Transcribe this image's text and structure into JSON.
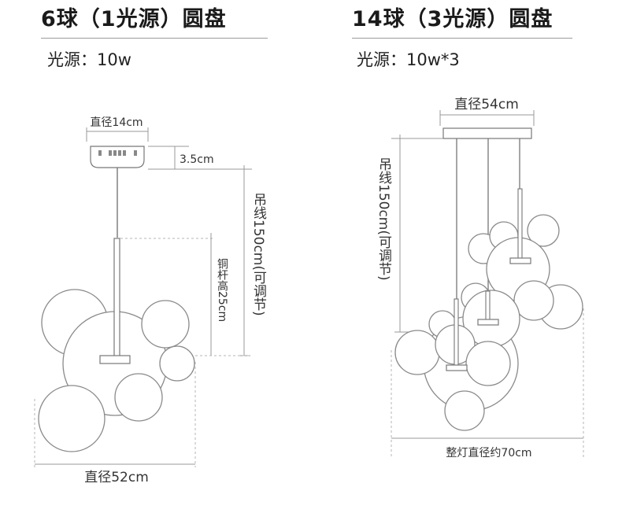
{
  "left": {
    "title": "6球（1光源）圆盘",
    "light_source": "光源：10w",
    "dim_canopy": "直径14cm",
    "dim_canopy_height": "3.5cm",
    "dim_cable": "吊线150cm(可调节)",
    "dim_rod": "铜杆高25cm",
    "dim_overall": "直径52cm"
  },
  "right": {
    "title": "14球（3光源）圆盘",
    "light_source": "光源：10w*3",
    "dim_canopy": "直径54cm",
    "dim_cable": "吊线150cm(可调节)",
    "dim_overall": "整灯直径约70cm"
  },
  "colors": {
    "line": "#9a9a9a",
    "ball": "#8a8a8a",
    "dash": "#b5b5b5",
    "text": "#333333"
  }
}
